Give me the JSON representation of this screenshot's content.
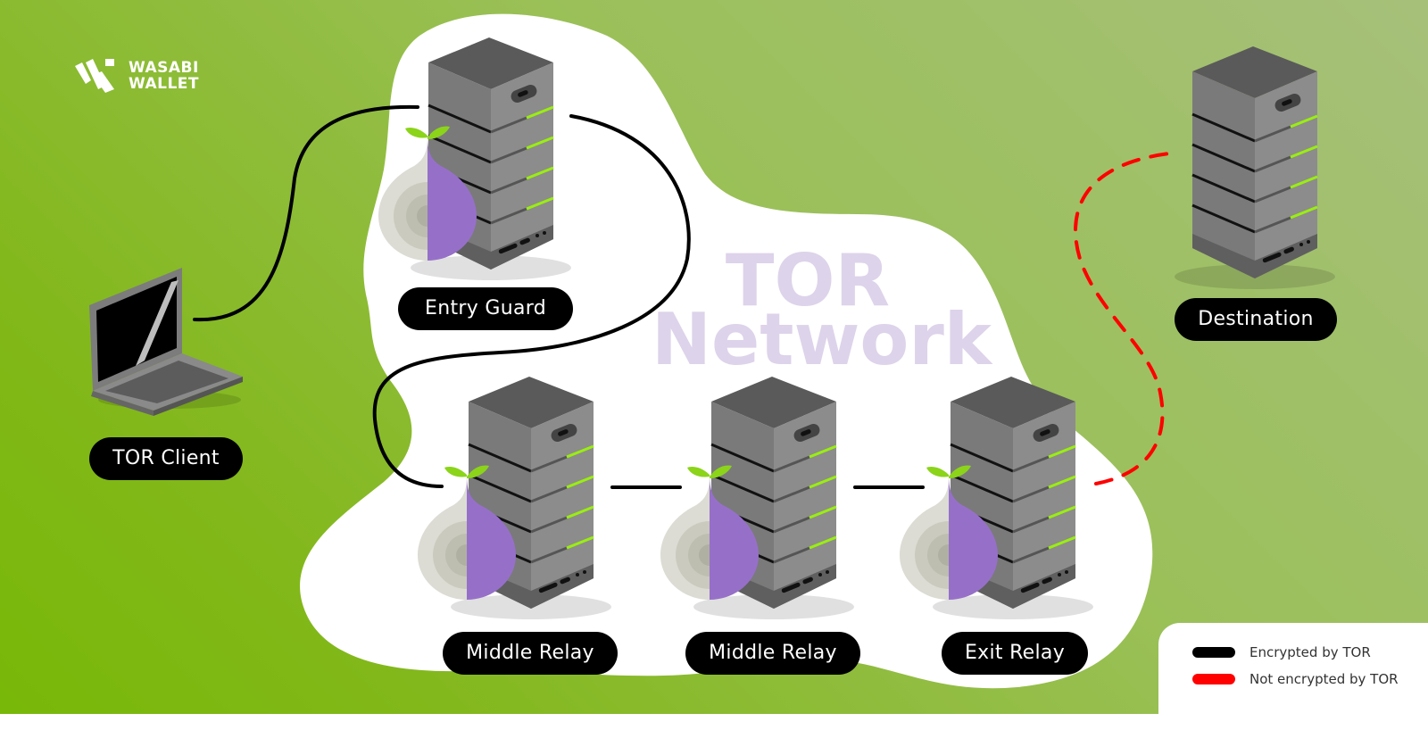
{
  "brand": {
    "name_line1": "WASABI",
    "name_line2": "WALLET",
    "icon": "wasabi-logo-icon"
  },
  "network_title": {
    "line1": "TOR",
    "line2": "Network"
  },
  "nodes": [
    {
      "id": "client",
      "label": "TOR Client",
      "icon": "laptop-icon"
    },
    {
      "id": "entry",
      "label": "Entry Guard",
      "icon": "server-onion-icon"
    },
    {
      "id": "middle1",
      "label": "Middle Relay",
      "icon": "server-onion-icon"
    },
    {
      "id": "middle2",
      "label": "Middle Relay",
      "icon": "server-onion-icon"
    },
    {
      "id": "exit",
      "label": "Exit Relay",
      "icon": "server-onion-icon"
    },
    {
      "id": "destination",
      "label": "Destination",
      "icon": "server-icon"
    }
  ],
  "links": [
    {
      "from": "client",
      "to": "entry",
      "type": "encrypted"
    },
    {
      "from": "entry",
      "to": "middle1",
      "type": "encrypted"
    },
    {
      "from": "middle1",
      "to": "middle2",
      "type": "encrypted"
    },
    {
      "from": "middle2",
      "to": "exit",
      "type": "encrypted"
    },
    {
      "from": "exit",
      "to": "destination",
      "type": "not-encrypted"
    }
  ],
  "legend": {
    "items": [
      {
        "label": "Encrypted by TOR",
        "color": "#000000",
        "style": "solid"
      },
      {
        "label": "Not encrypted by TOR",
        "color": "#ff0000",
        "style": "dashed"
      }
    ]
  },
  "colors": {
    "background_light": "#a6c07a",
    "background_dark": "#78b808",
    "network_blob": "#ffffff",
    "onion_purple": "#9670c8",
    "accent_lime": "#8ee000",
    "network_title": "#ddd3ea"
  }
}
